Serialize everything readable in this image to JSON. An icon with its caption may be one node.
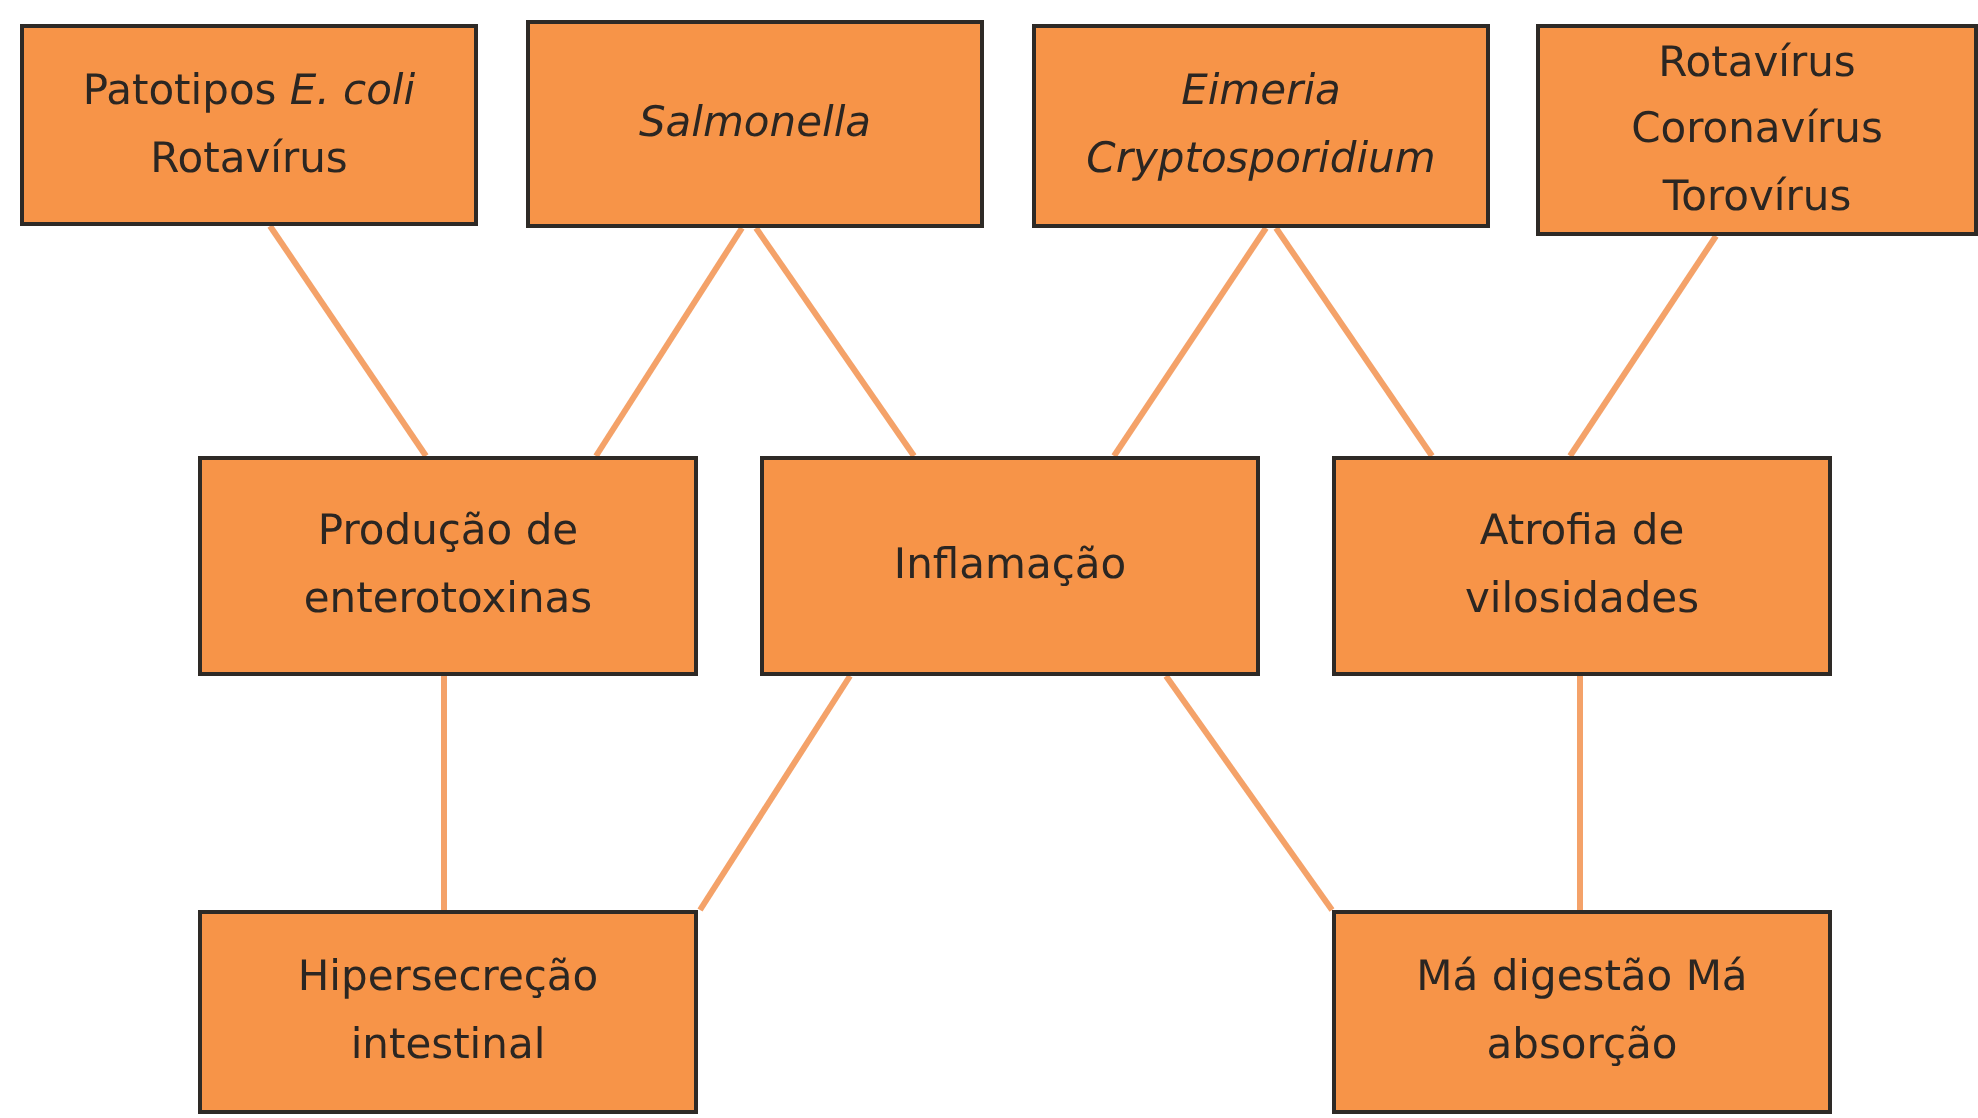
{
  "diagram": {
    "nodes": [
      {
        "text": [
          "Patotipos *E. coli* Rotavírus"
        ]
      },
      {
        "text": [
          "Salmonella"
        ]
      },
      {
        "text": [
          "Eimeria Cryptosporidium"
        ]
      },
      {
        "text": [
          "Rotavírus Coronavírus Torovírus"
        ]
      },
      {
        "text": [
          "Produção de enterotoxinas"
        ]
      },
      {
        "text": [
          "Inflamação"
        ]
      },
      {
        "text": [
          "Atrofia de vilosidades"
        ]
      },
      {
        "text": [
          "Hipersecreção intestinal"
        ]
      },
      {
        "text": [
          "Má digestão Má absorção"
        ]
      }
    ],
    "edges": [
      {
        "from": 0,
        "to": 4,
        "arrow": "none"
      },
      {
        "from": 1,
        "to": 4,
        "arrow": "none"
      },
      {
        "from": 1,
        "to": 5,
        "arrow": "none"
      },
      {
        "from": 2,
        "to": 5,
        "arrow": "none"
      },
      {
        "from": 2,
        "to": 6,
        "arrow": "none"
      },
      {
        "from": 3,
        "to": 6,
        "arrow": "none"
      },
      {
        "from": 4,
        "to": 7,
        "arrow": "none"
      },
      {
        "from": 5,
        "to": 7,
        "arrow": "none"
      },
      {
        "from": 5,
        "to": 8,
        "arrow": "none"
      },
      {
        "from": 6,
        "to": 8,
        "arrow": "none"
      }
    ]
  }
}
